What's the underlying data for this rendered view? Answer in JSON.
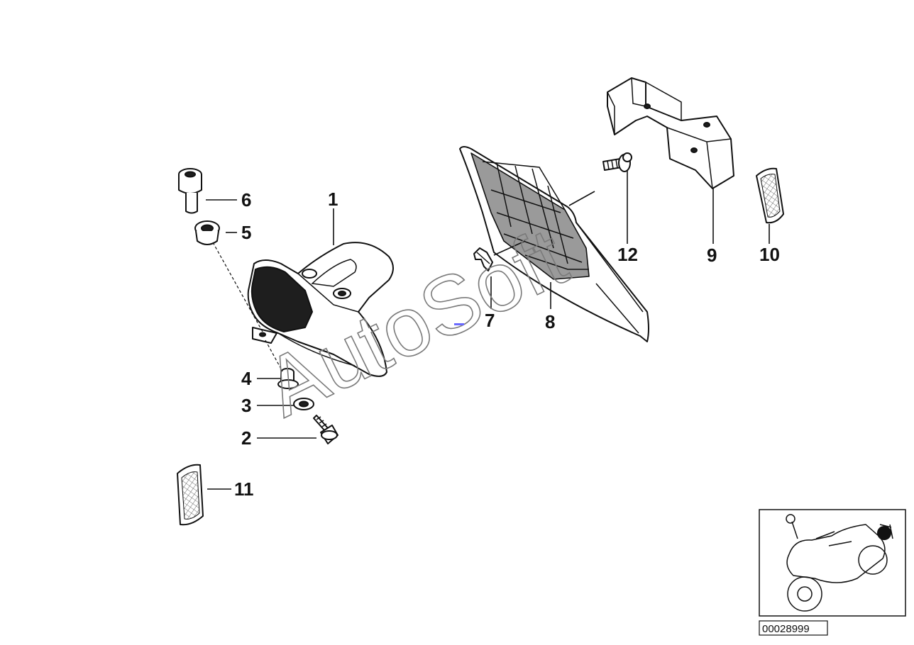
{
  "callouts": {
    "c1": "1",
    "c2": "2",
    "c3": "3",
    "c4": "4",
    "c5": "5",
    "c6": "6",
    "c7": "7",
    "c8": "8",
    "c9": "9",
    "c10": "10",
    "c11": "11",
    "c12": "12"
  },
  "watermark": "AutoSoft",
  "diagram_code": "00028999"
}
